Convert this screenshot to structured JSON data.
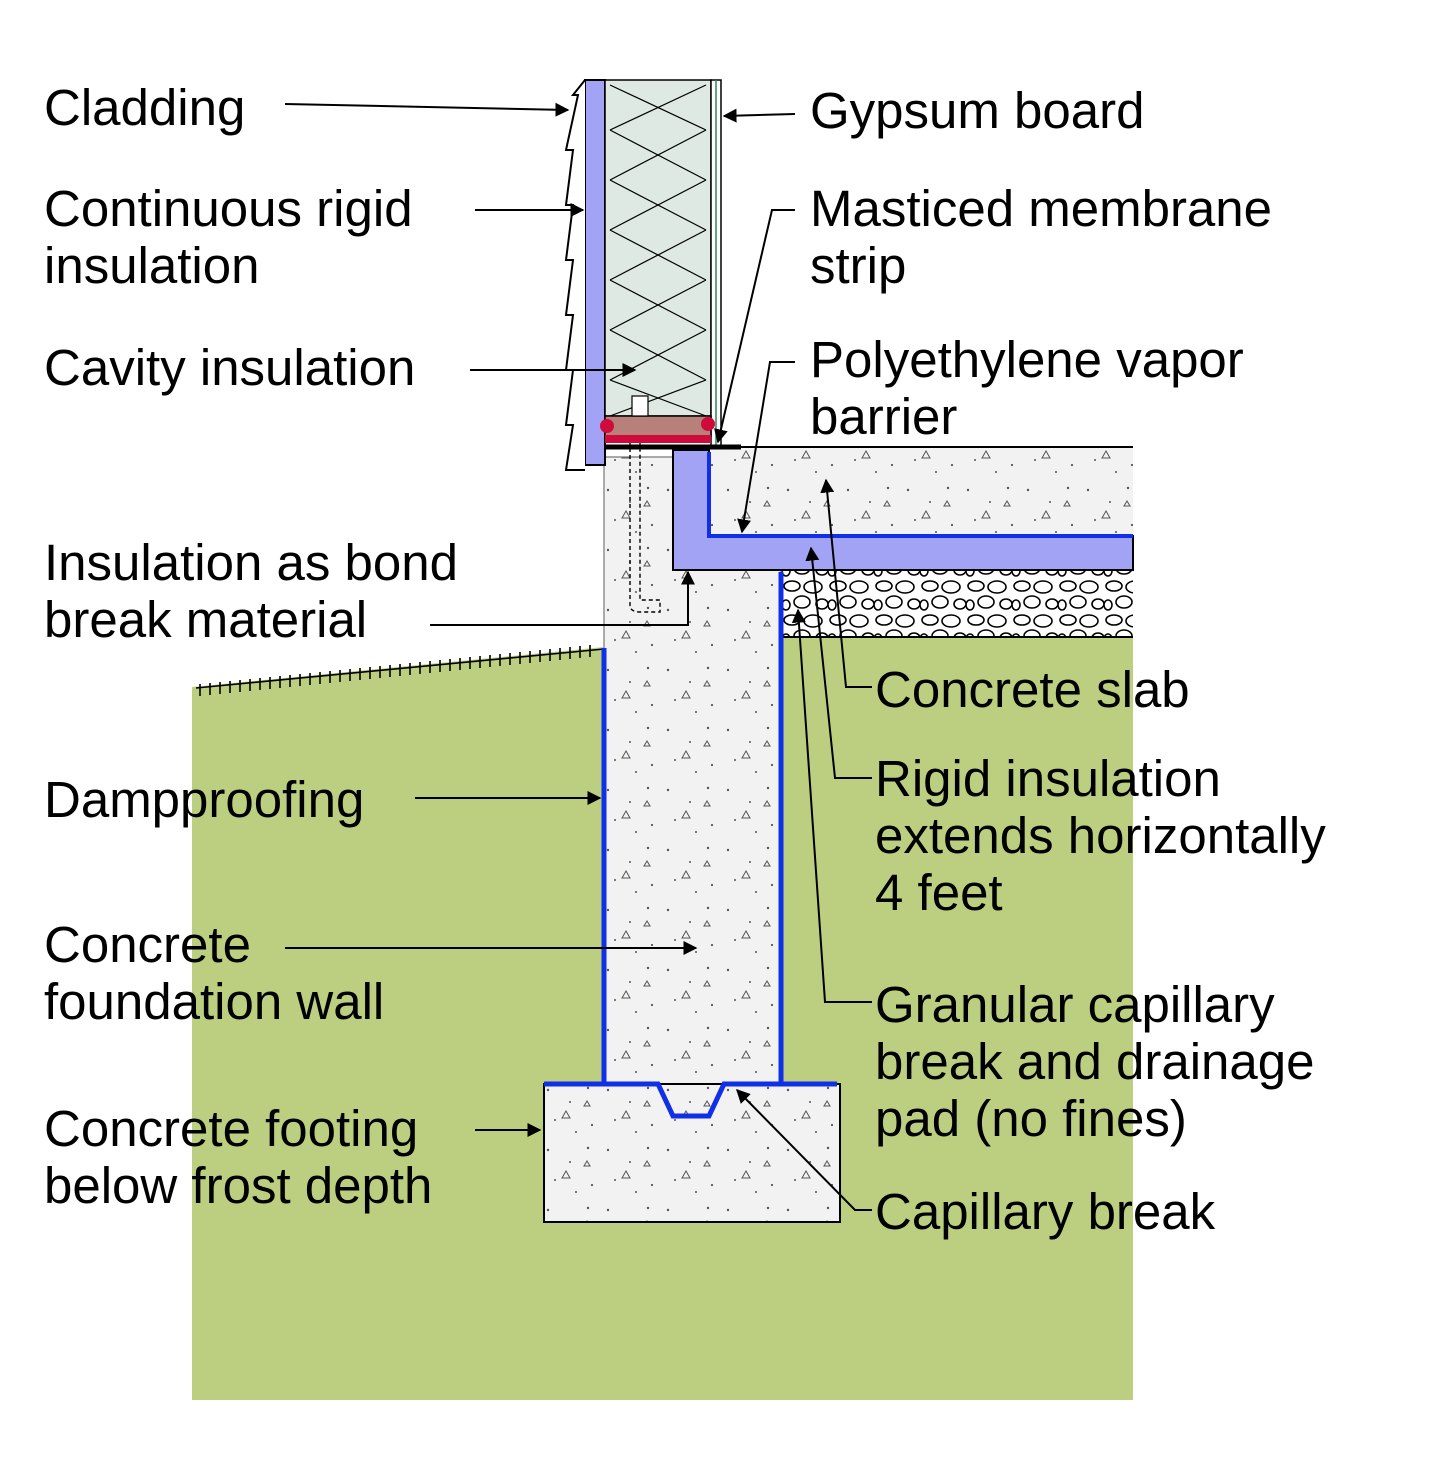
{
  "colors": {
    "soil": "#bccf81",
    "concrete": "#f2f2f2",
    "rigid_insulation": "#a3a3f6",
    "cavity_insulation": "#dde9e2",
    "dampproofing": "#1030e8",
    "membrane": "#d10a3c",
    "sill_plate": "#b8807a"
  },
  "labels": {
    "cladding": [
      "Cladding"
    ],
    "continuous_rigid": [
      "Continuous rigid",
      "insulation"
    ],
    "cavity": [
      "Cavity insulation"
    ],
    "bond_break": [
      "Insulation as bond",
      "break material"
    ],
    "dampproofing": [
      "Dampproofing"
    ],
    "foundation_wall": [
      "Concrete",
      "foundation wall"
    ],
    "footing": [
      "Concrete footing",
      "below frost depth"
    ],
    "gypsum": [
      "Gypsum board"
    ],
    "membrane": [
      "Masticed membrane",
      "strip"
    ],
    "vapor_barrier": [
      "Polyethylene vapor",
      "barrier"
    ],
    "slab": [
      "Concrete slab"
    ],
    "rigid_horizontal": [
      "Rigid insulation",
      "extends horizontally",
      "4 feet"
    ],
    "granular": [
      "Granular capillary",
      "break and drainage",
      "pad (no fines)"
    ],
    "capillary_break": [
      "Capillary break"
    ]
  }
}
